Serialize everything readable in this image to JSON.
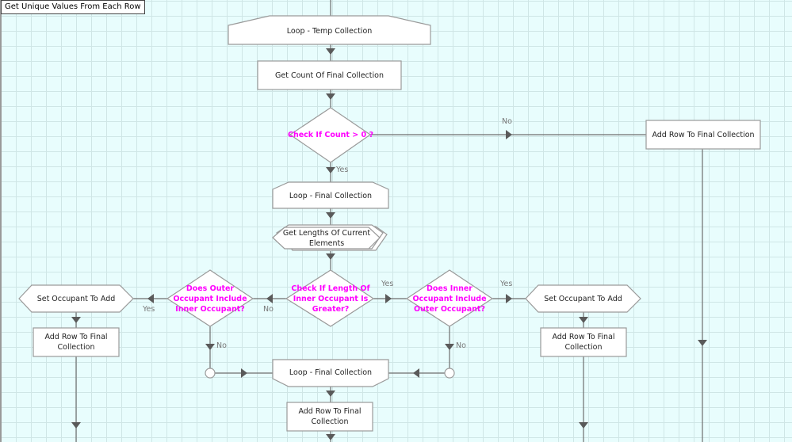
{
  "diagram": {
    "title": "Get Unique Values From Each Row",
    "colors": {
      "background": "#e8fdfd",
      "grid": "#cfe6e6",
      "node_fill": "#ffffff",
      "node_border": "#999999",
      "connector": "#666666",
      "decision_text": "#ff00ff",
      "edge_label": "#777777"
    },
    "nodes": {
      "loop_temp": {
        "label": "Loop - Temp Collection",
        "shape": "loop-start"
      },
      "get_count": {
        "label": "Get Count Of Final Collection",
        "shape": "process"
      },
      "check_count": {
        "label": "Check If Count > 0 ?",
        "shape": "decision"
      },
      "add_row_right": {
        "label": "Add Row To Final Collection",
        "shape": "process"
      },
      "loop_final_start": {
        "label": "Loop - Final Collection",
        "shape": "loop-start"
      },
      "get_lengths": {
        "label": "Get Lengths Of Current Elements",
        "shape": "multi-preparation"
      },
      "check_length": {
        "label": "Check If Length Of Inner Occupant Is Greater?",
        "shape": "decision"
      },
      "outer_includes_inner": {
        "label": "Does Outer Occupant Include Inner Occupant?",
        "shape": "decision"
      },
      "inner_includes_outer": {
        "label": "Does Inner Occupant Include Outer Occupant?",
        "shape": "decision"
      },
      "set_occ_left": {
        "label": "Set Occupant To Add",
        "shape": "preparation"
      },
      "set_occ_right": {
        "label": "Set Occupant To Add",
        "shape": "preparation"
      },
      "add_row_left": {
        "label": "Add Row To Final Collection",
        "shape": "process"
      },
      "add_row_mid_right": {
        "label": "Add Row To Final Collection",
        "shape": "process"
      },
      "loop_final_end": {
        "label": "Loop - Final Collection",
        "shape": "loop-end"
      },
      "add_row_bottom": {
        "label": "Add Row To Final Collection",
        "shape": "process"
      }
    },
    "edge_labels": {
      "count_no": "No",
      "count_yes": "Yes",
      "length_yes": "Yes",
      "length_no": "No",
      "outer_yes": "Yes",
      "outer_no": "No",
      "inner_yes": "Yes",
      "inner_no": "No"
    }
  }
}
